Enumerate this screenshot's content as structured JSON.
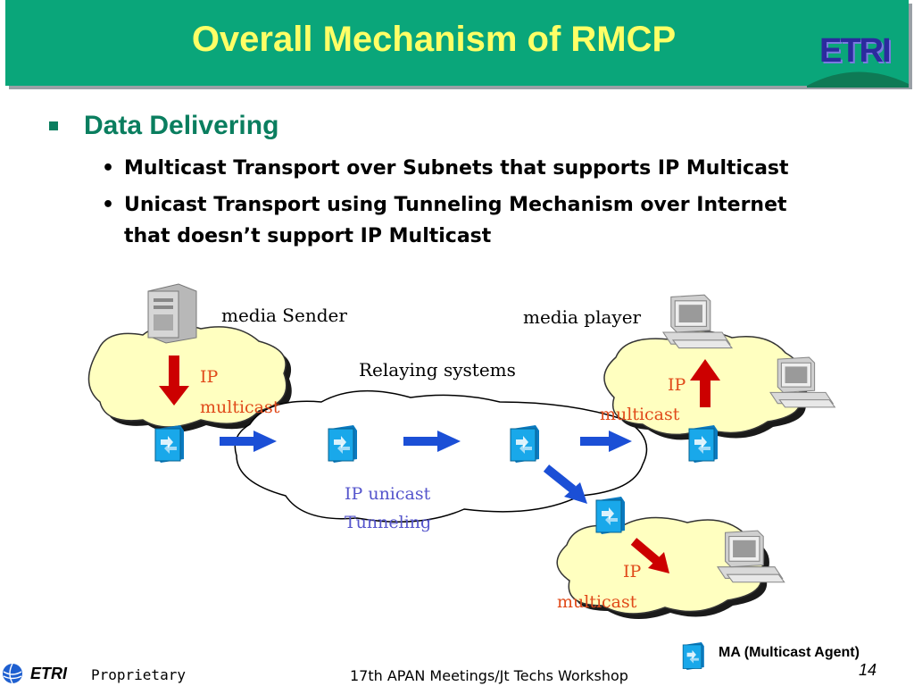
{
  "slide": {
    "title": "Overall Mechanism of RMCP",
    "logo_text": "ETRI",
    "main_bullet": "Data Delivering",
    "sub_bullets": [
      "Multicast Transport over Subnets that supports IP Multicast",
      "Unicast Transport using Tunneling Mechanism over Internet",
      "that doesn’t support IP Multicast"
    ]
  },
  "diagram": {
    "media_sender": "media Sender",
    "media_player": "media player",
    "relaying_systems": "Relaying systems",
    "ip": "IP",
    "multicast": "multicast",
    "ip_unicast": "IP unicast",
    "tunneling": "Tunneling",
    "colors": {
      "cloud_fill": "#ffffc0",
      "red_arrow": "#cc0000",
      "blue_arrow": "#1b4fd6",
      "agent": "#0a9ee0",
      "multicast_text": "#e04a1a",
      "unicast_text": "#5555cc"
    },
    "icons": [
      "server-icon",
      "workstation-icon",
      "multicast-agent-icon"
    ]
  },
  "legend": {
    "label": "MA (Multicast Agent)"
  },
  "footer": {
    "logo": "ETRI",
    "proprietary": "Proprietary",
    "center": "17th APAN Meetings/Jt Techs Workshop",
    "page": "14"
  }
}
